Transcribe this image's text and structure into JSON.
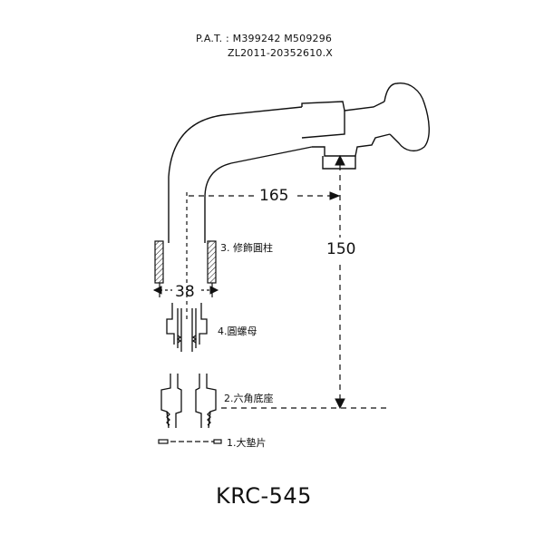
{
  "header": {
    "patent_line_1": "P.A.T. : M399242  M509296",
    "patent_line_2": "ZL2011-20352610.X"
  },
  "dimensions": {
    "horizontal_reach": "165",
    "height": "150",
    "diameter": "38"
  },
  "parts": [
    {
      "label": "3. 修飾圓柱"
    },
    {
      "label": "4.圓螺母"
    },
    {
      "label": "2.六角底座"
    },
    {
      "label": "1.大墊片"
    }
  ],
  "model": "KRC-545"
}
